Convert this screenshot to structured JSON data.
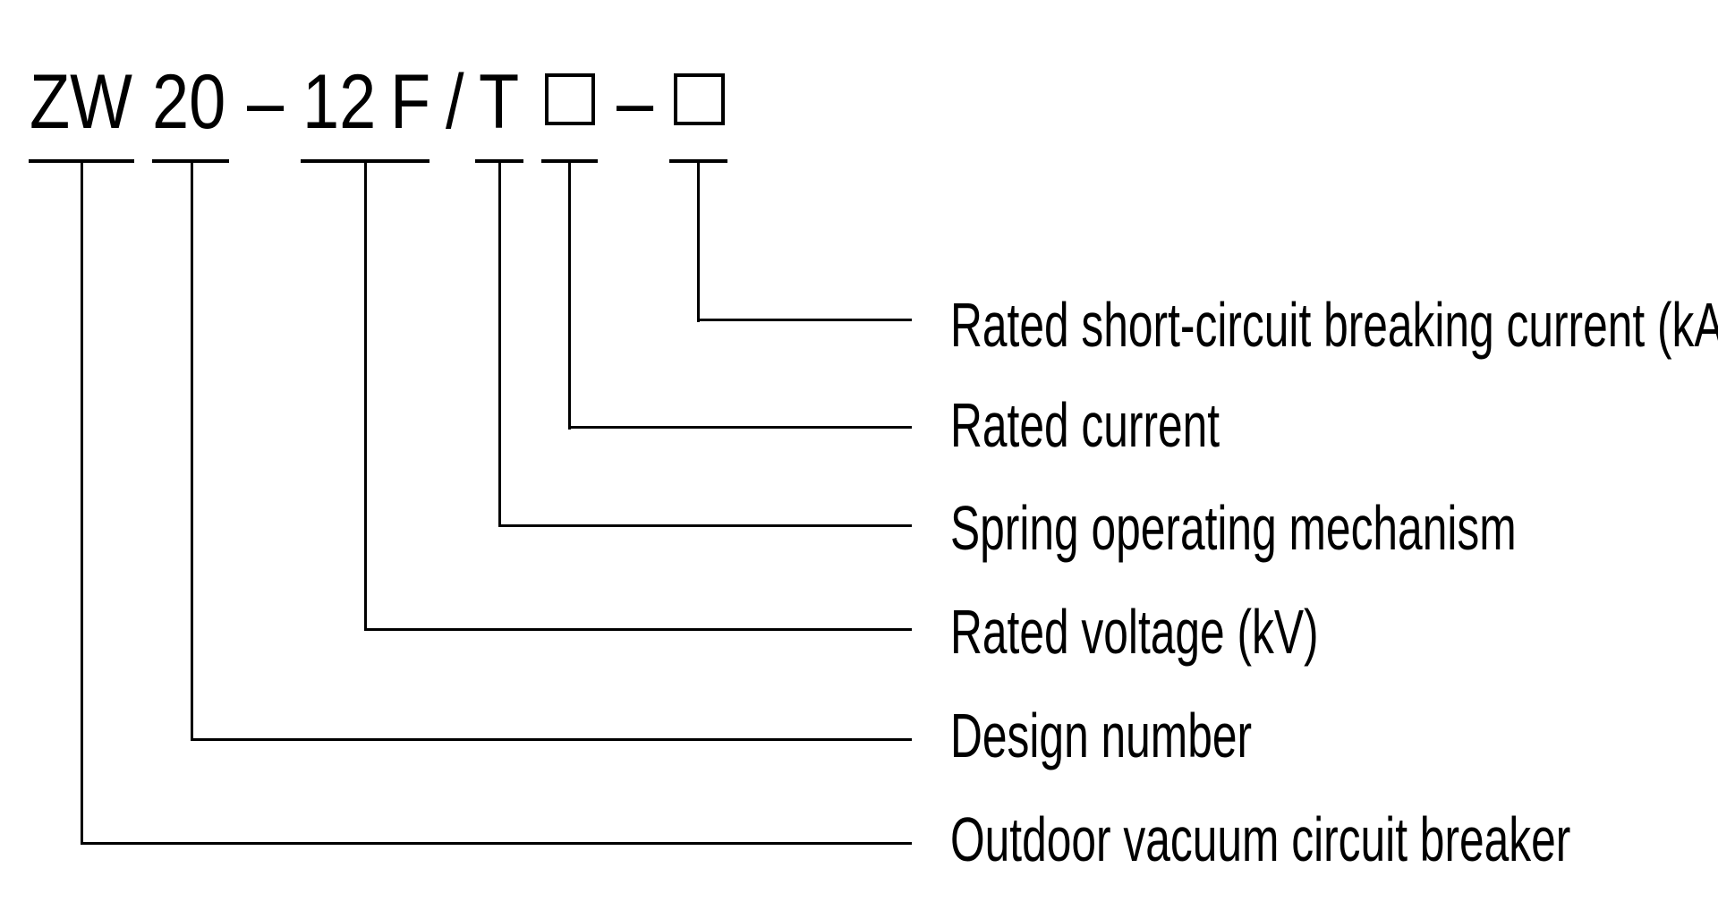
{
  "diagram": {
    "title": "Model designation explanation",
    "model_code": {
      "segments": [
        {
          "id": "zw",
          "text": "ZW"
        },
        {
          "id": "design",
          "text": "20"
        },
        {
          "id": "dash1",
          "text": "–"
        },
        {
          "id": "voltage",
          "text": "12"
        },
        {
          "id": "f",
          "text": "F"
        },
        {
          "id": "slash",
          "text": "/"
        },
        {
          "id": "t",
          "text": "T"
        },
        {
          "id": "current_box",
          "text": "□"
        },
        {
          "id": "dash2",
          "text": "–"
        },
        {
          "id": "breaking_box",
          "text": "□"
        }
      ]
    },
    "labels": [
      {
        "target": "breaking_box",
        "text": "Rated short-circuit breaking current (kA)"
      },
      {
        "target": "current_box",
        "text": "Rated current"
      },
      {
        "target": "t",
        "text": "Spring operating mechanism"
      },
      {
        "target": "voltage",
        "text": "Rated voltage (kV)"
      },
      {
        "target": "design",
        "text": "Design number"
      },
      {
        "target": "zw",
        "text": "Outdoor vacuum circuit breaker"
      }
    ],
    "line_color": "#000000",
    "background": "#ffffff"
  }
}
